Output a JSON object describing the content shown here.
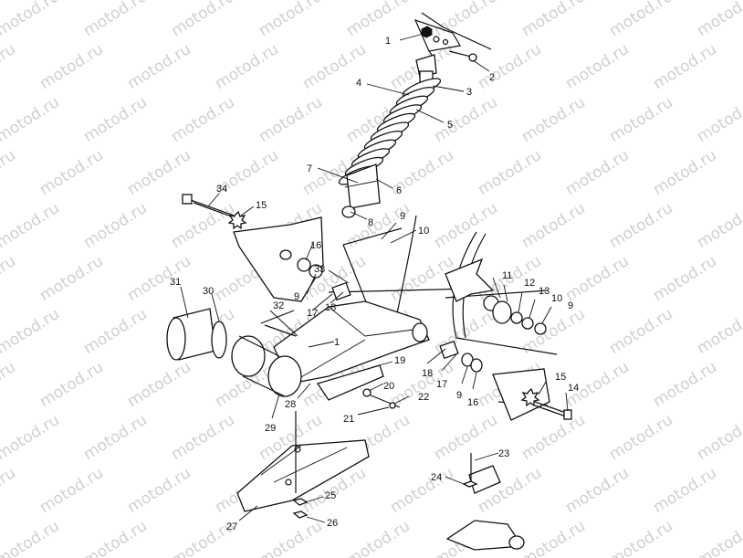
{
  "watermark": {
    "text": "motod.ru"
  },
  "callouts": [
    {
      "n": "1"
    },
    {
      "n": "2"
    },
    {
      "n": "3"
    },
    {
      "n": "4"
    },
    {
      "n": "5"
    },
    {
      "n": "6"
    },
    {
      "n": "7"
    },
    {
      "n": "8"
    },
    {
      "n": "9"
    },
    {
      "n": "10"
    },
    {
      "n": "34"
    },
    {
      "n": "15"
    },
    {
      "n": "16"
    },
    {
      "n": "9"
    },
    {
      "n": "33"
    },
    {
      "n": "11"
    },
    {
      "n": "12"
    },
    {
      "n": "13"
    },
    {
      "n": "10"
    },
    {
      "n": "9"
    },
    {
      "n": "31"
    },
    {
      "n": "30"
    },
    {
      "n": "32"
    },
    {
      "n": "17"
    },
    {
      "n": "18"
    },
    {
      "n": "1"
    },
    {
      "n": "19"
    },
    {
      "n": "18"
    },
    {
      "n": "17"
    },
    {
      "n": "9"
    },
    {
      "n": "16"
    },
    {
      "n": "15"
    },
    {
      "n": "14"
    },
    {
      "n": "20"
    },
    {
      "n": "22"
    },
    {
      "n": "21"
    },
    {
      "n": "28"
    },
    {
      "n": "29"
    },
    {
      "n": "23"
    },
    {
      "n": "24"
    },
    {
      "n": "25"
    },
    {
      "n": "26"
    },
    {
      "n": "27"
    }
  ]
}
